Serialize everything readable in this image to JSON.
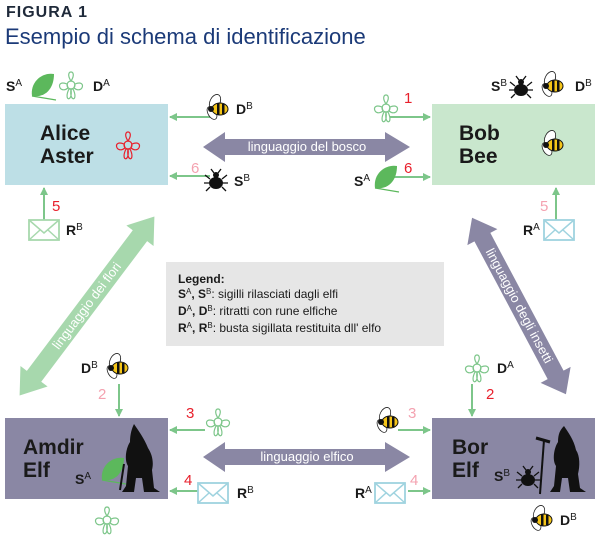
{
  "figure": {
    "label": "FIGURA 1",
    "title": "Esempio di schema di identificazione"
  },
  "colors": {
    "alice_box": "#bddfe6",
    "bob_box": "#c9e7cd",
    "elf_box": "#8a87a4",
    "green_arrow": "#7dc68a",
    "purple_arrow": "#8a87a4",
    "red_number": "#e8202c",
    "pink_number": "#f4a2b0",
    "legend_bg": "#e6e6e6",
    "title_blue": "#1b3a78"
  },
  "parties": {
    "alice": {
      "line1": "Alice",
      "line2": "Aster",
      "icon": "red-flower"
    },
    "bob": {
      "line1": "Bob",
      "line2": "Bee",
      "icon": "bee"
    },
    "amdir": {
      "line1": "Amdir",
      "line2": "Elf",
      "icon": "gnome-elf",
      "seal": "S",
      "seal_sup": "A"
    },
    "bor": {
      "line1": "Bor",
      "line2": "Elf",
      "icon": "gnome-elf-with-rake",
      "seal": "S",
      "seal_sup": "B"
    }
  },
  "channels": {
    "top": "linguaggio del bosco",
    "bottom": "linguaggio elfico",
    "left": "linguaggio dei flori",
    "right": "linguaggio degli insetti"
  },
  "labels": {
    "alice_seal": {
      "base": "S",
      "sup": "A"
    },
    "alice_portrait": {
      "base": "D",
      "sup": "A"
    },
    "alice_in_portrait": {
      "base": "D",
      "sup": "B"
    },
    "alice_in_seal": {
      "base": "S",
      "sup": "B"
    },
    "alice_return": {
      "base": "R",
      "sup": "B"
    },
    "bob_seal": {
      "base": "S",
      "sup": "B"
    },
    "bob_portrait": {
      "base": "D",
      "sup": "B"
    },
    "bob_in_seal": {
      "base": "S",
      "sup": "A"
    },
    "bob_return": {
      "base": "R",
      "sup": "A"
    },
    "amdir_in_portrait": {
      "base": "D",
      "sup": "B"
    },
    "amdir_return": {
      "base": "R",
      "sup": "B"
    },
    "bor_in_portrait": {
      "base": "D",
      "sup": "A"
    },
    "bor_return": {
      "base": "R",
      "sup": "A"
    },
    "bor_portrait": {
      "base": "D",
      "sup": "B"
    }
  },
  "steps": {
    "bob_1": "1",
    "alice_6": "6",
    "bob_6": "6",
    "alice_5": "5",
    "bob_5": "5",
    "amdir_2": "2",
    "bor_2": "2",
    "amdir_3": "3",
    "bor_3": "3",
    "amdir_4": "4",
    "bor_4": "4"
  },
  "legend": {
    "title": "Legend:",
    "rows": [
      {
        "a": "S",
        "a_sup": "A",
        "b": "S",
        "b_sup": "B",
        "text": ": sigilli rilasciati dagli elfi"
      },
      {
        "a": "D",
        "a_sup": "A",
        "b": "D",
        "b_sup": "B",
        "text": ": ritratti con rune elfiche"
      },
      {
        "a": "R",
        "a_sup": "A",
        "b": "R",
        "b_sup": "B",
        "text": ": busta sigillata restituita dll' elfo"
      }
    ]
  }
}
